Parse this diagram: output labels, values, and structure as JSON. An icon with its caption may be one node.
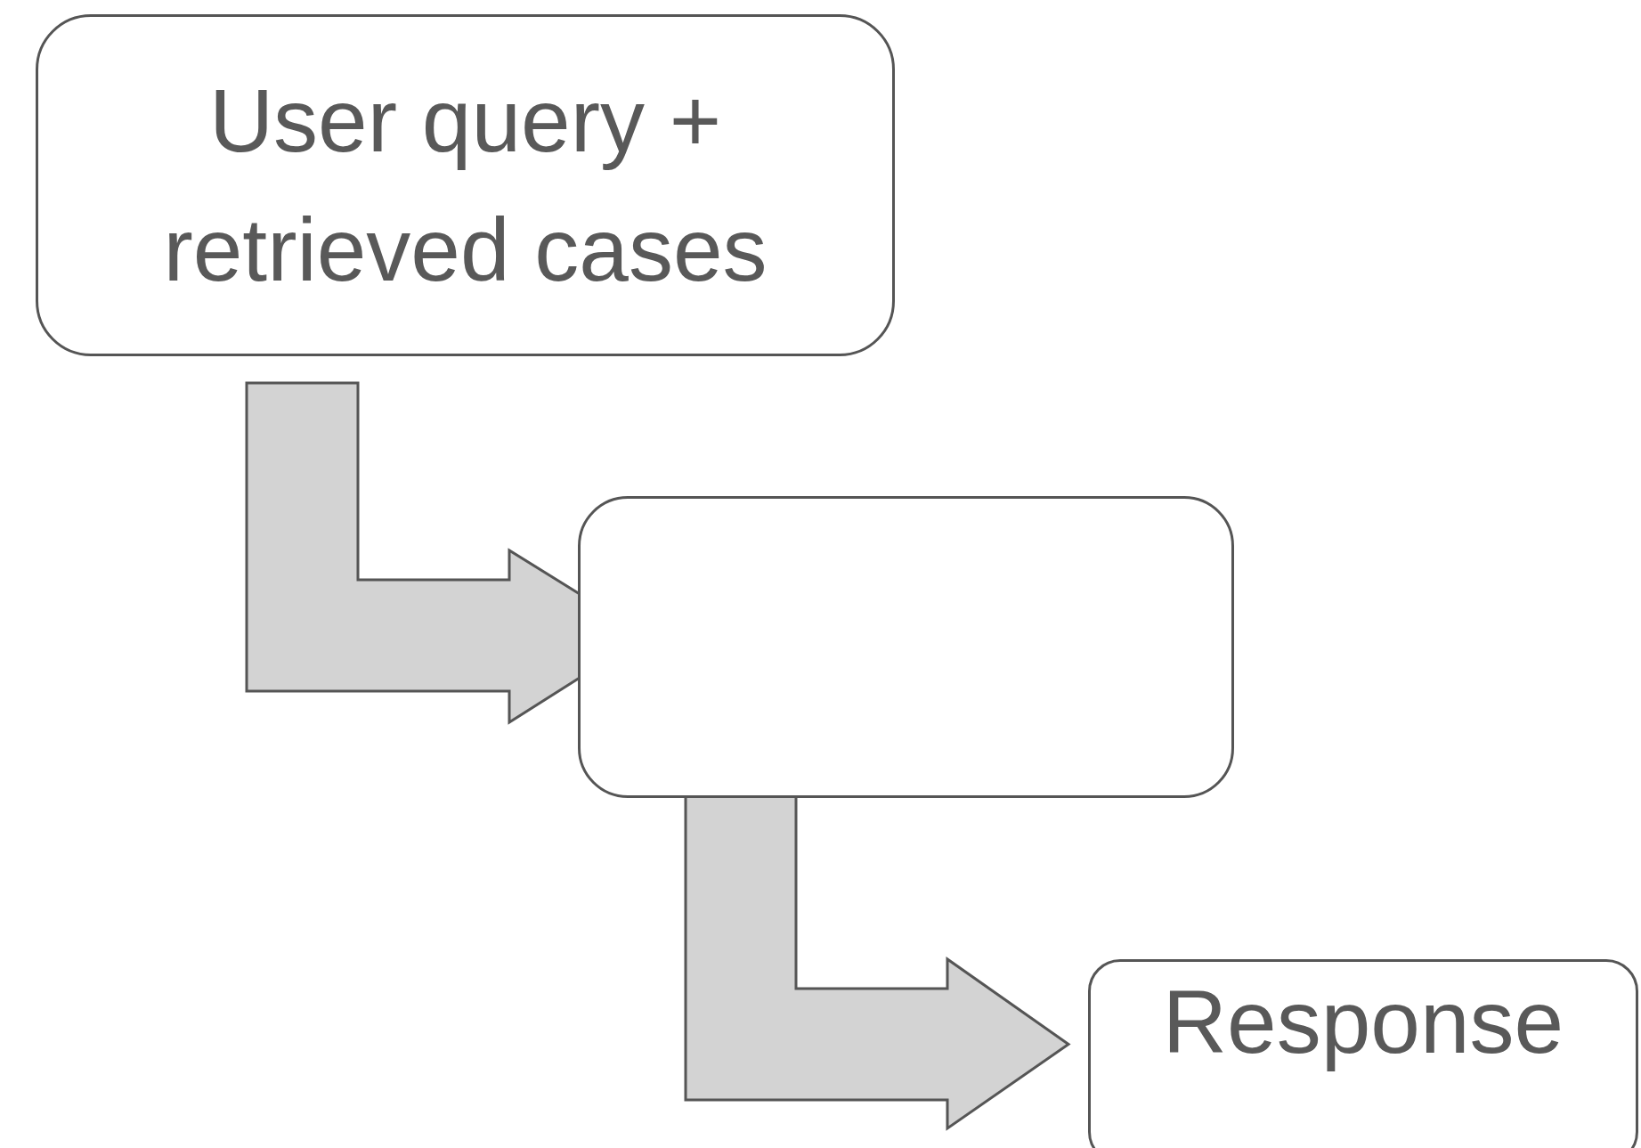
{
  "diagram": {
    "nodes": [
      {
        "text": [
          "User query + retrieved cases"
        ]
      },
      {
        "text": [],
        "shape": "box"
      },
      {
        "text": [
          "Response"
        ]
      }
    ],
    "edges": [
      {
        "from": 0,
        "to": 1,
        "arrow": "to"
      },
      {
        "from": 1,
        "to": 2,
        "arrow": "to"
      }
    ]
  }
}
